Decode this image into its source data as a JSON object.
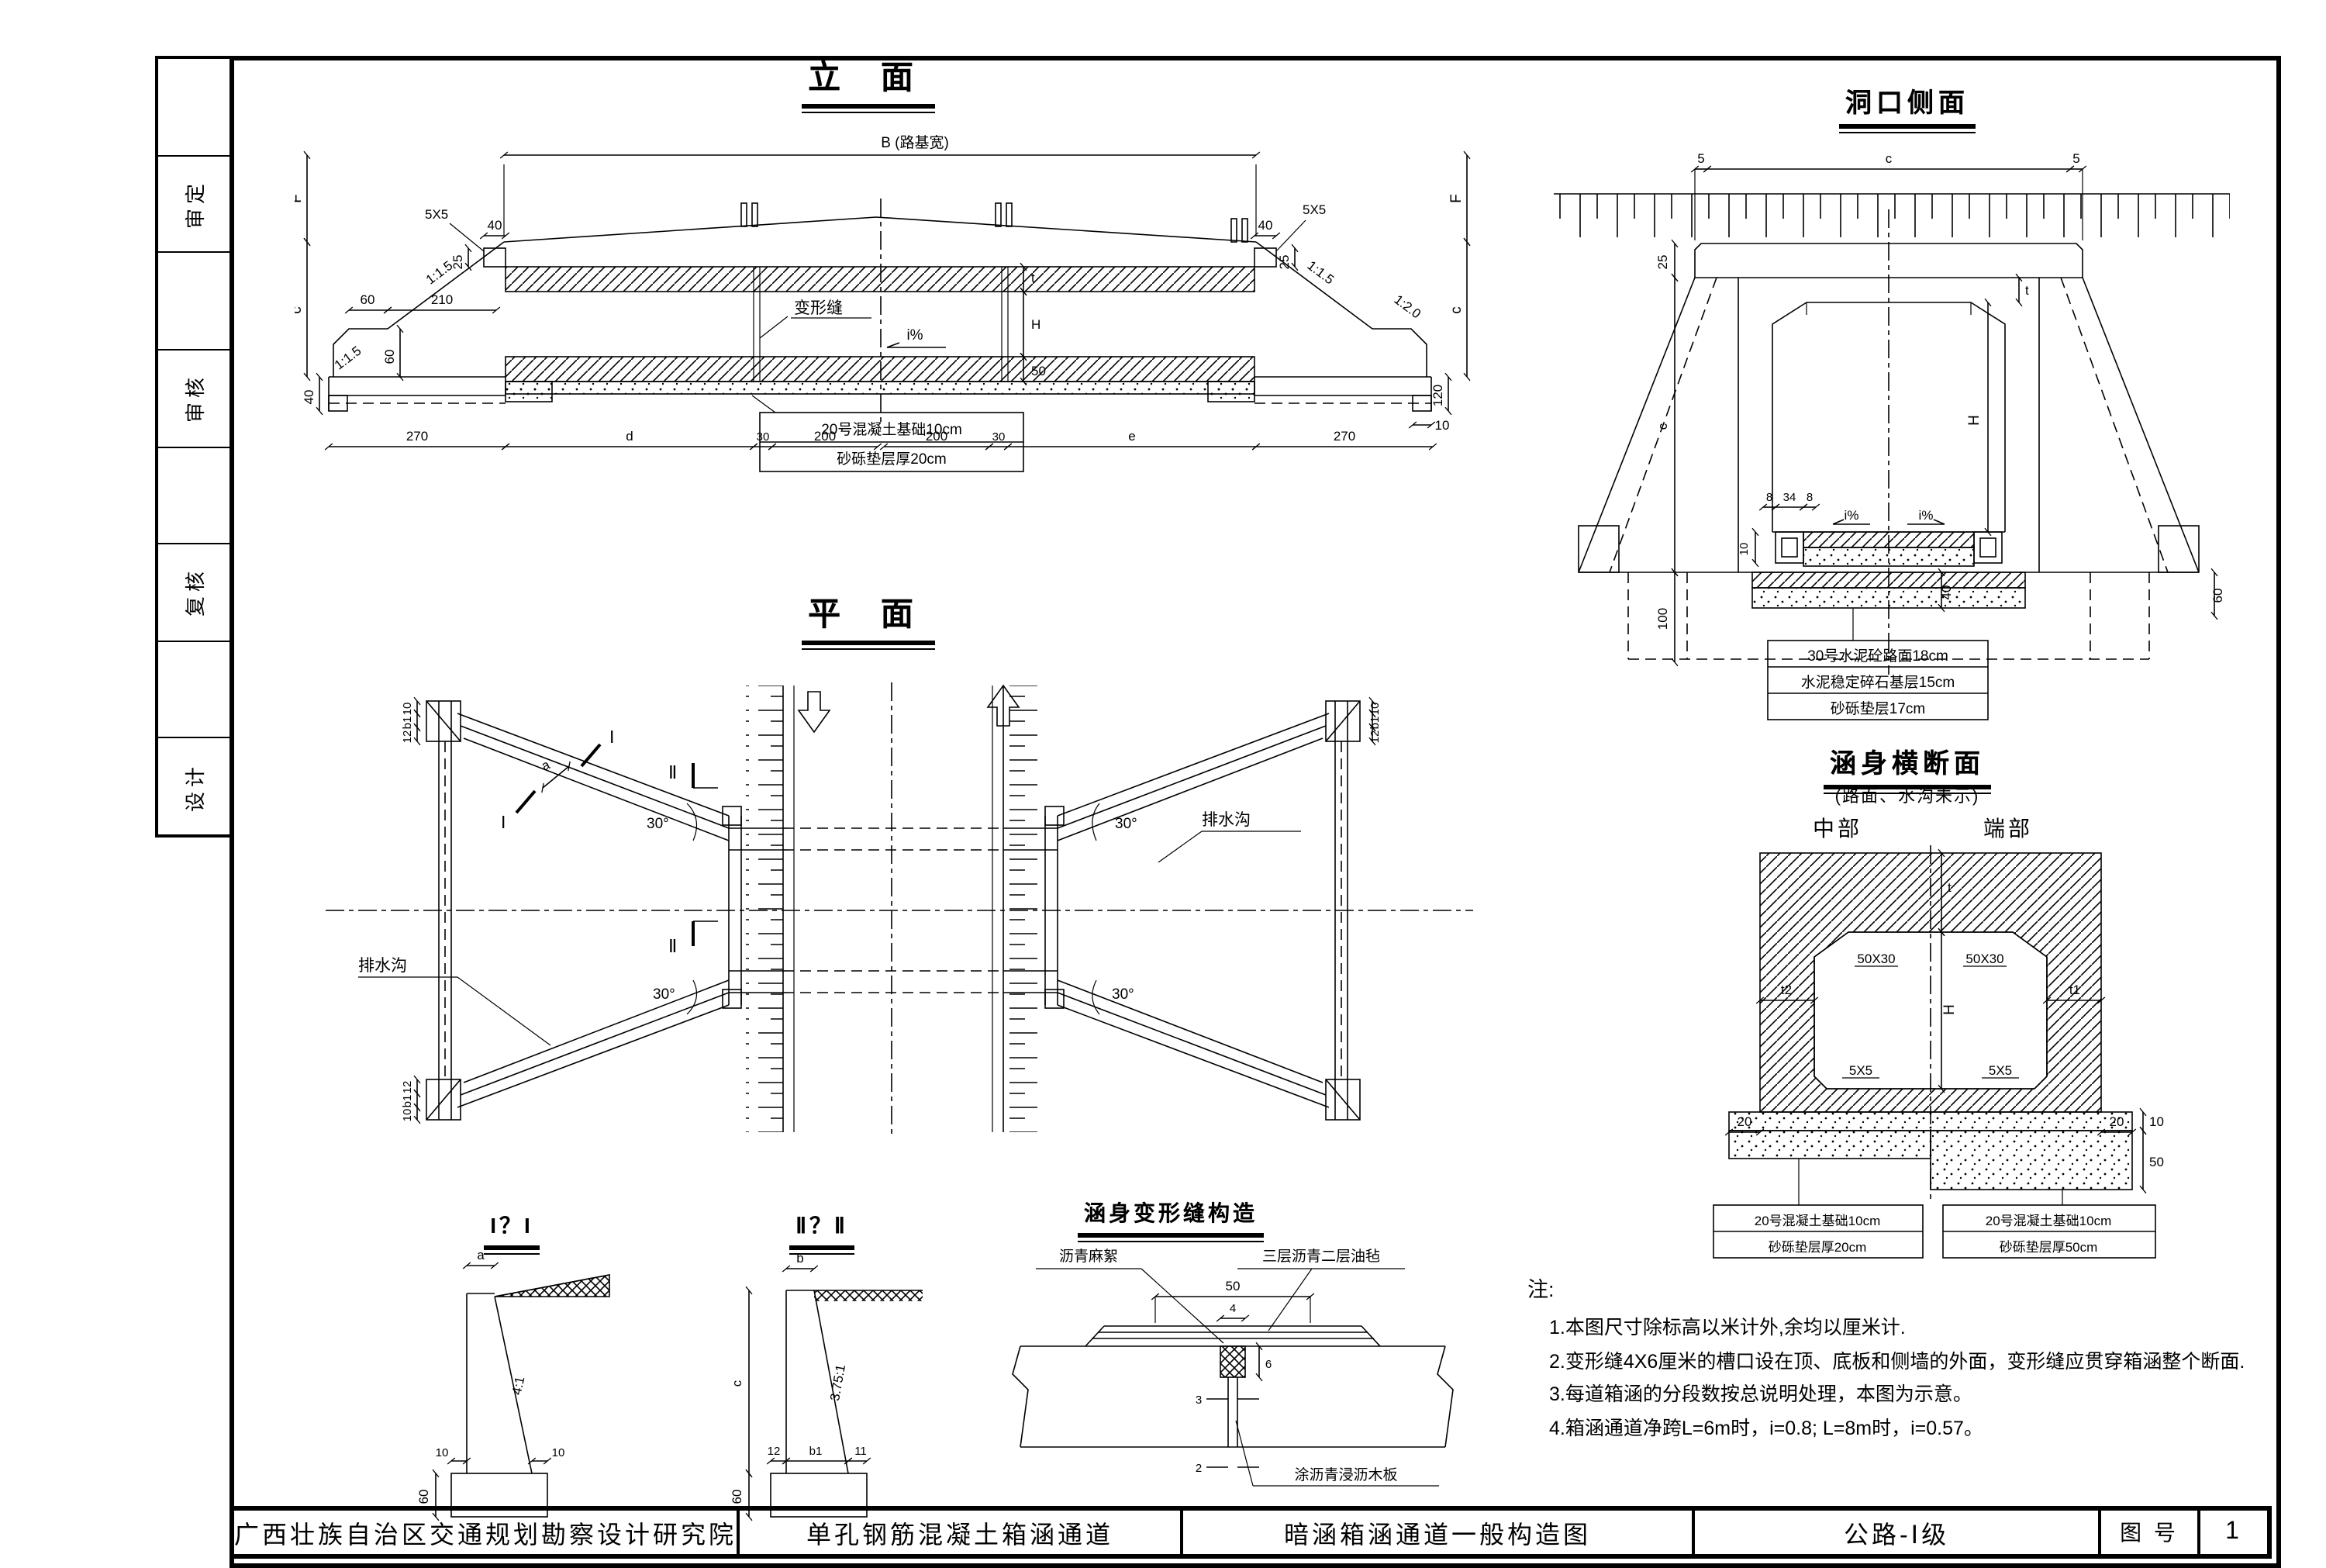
{
  "sheet": {
    "sidebar": {
      "items": [
        "审定",
        "审核",
        "复核",
        "设计"
      ]
    },
    "titleblock": {
      "org": "广西壮族自治区交通规划勘察设计研究院",
      "project": "单孔钢筋混凝土箱涵通道",
      "drawing": "暗涵箱涵通道一般构造图",
      "grade": "公路-Ⅰ级",
      "fig_label": "图 号",
      "fig_no": "1"
    }
  },
  "elevation": {
    "title": "立  面",
    "dim_b_top": "B (路基宽)",
    "joint": "变形缝",
    "grade": "i%",
    "slope_115": "1:1.5",
    "slope_120": "1:2.0",
    "chamfer": "5X5",
    "d40": "40",
    "d25": "25",
    "d60": "60",
    "d210": "210",
    "d270": "270",
    "dd": "d",
    "d30": "30",
    "d200": "200",
    "de": "e",
    "d10": "10",
    "d120": "120",
    "d50": "50",
    "dF": "F",
    "dc": "c",
    "dt": "t",
    "dH": "H",
    "base_note": [
      "20号混凝土基础10cm",
      "砂砾垫层厚20cm"
    ]
  },
  "plan": {
    "title": "平  面",
    "drain": "排水沟",
    "angle": "30°",
    "mark_I": "I",
    "mark_II": "Ⅱ",
    "dim_a": "a",
    "d10": "10",
    "db1": "b1",
    "d12": "12"
  },
  "portal": {
    "title": "洞口侧面",
    "d5": "5",
    "dc": "c",
    "d25": "25",
    "d100": "100",
    "d8": "8",
    "d34": "34",
    "d10": "10",
    "d40": "40",
    "d60": "60",
    "dH": "H",
    "dt": "t",
    "grade": "i%",
    "layers": [
      "30号水泥砼路面18cm",
      "水泥稳定碎石基层15cm",
      "砂砾垫层17cm"
    ]
  },
  "xsec": {
    "title": "涵身横断面",
    "subtitle": "(路面、水沟未示)",
    "mid": "中部",
    "end": "端部",
    "ch_top": "50X30",
    "ch_bot": "5X5",
    "dt": "t",
    "dt1": "t1",
    "dt2": "t2",
    "dH": "H",
    "d20": "20",
    "d10": "10",
    "d50": "50",
    "box_mid": [
      "20号混凝土基础10cm",
      "砂砾垫层厚20cm"
    ],
    "box_end": [
      "20号混凝土基础10cm",
      "砂砾垫层厚50cm"
    ]
  },
  "sec1": {
    "title": "I？I",
    "da": "a",
    "slope": "4:1",
    "d10": "10",
    "d60": "60"
  },
  "sec2": {
    "title": "Ⅱ？Ⅱ",
    "db": "b",
    "slope": "3.75:1",
    "dc": "c",
    "d12": "12",
    "db1": "b1",
    "d11": "11",
    "d60": "60"
  },
  "joint": {
    "title": "涵身变形缝构造",
    "oakum": "沥青麻絮",
    "felt": "三层沥青二层油毡",
    "board": "涂沥青浸沥木板",
    "d50": "50",
    "d4": "4",
    "d6": "6",
    "d3": "3",
    "d2": "2"
  },
  "notes": {
    "head": "注:",
    "items": [
      "1.本图尺寸除标高以米计外,余均以厘米计.",
      "2.变形缝4X6厘米的槽口设在顶、底板和侧墙的外面，变形缝应贯穿箱涵整个断面.",
      "3.每道箱涵的分段数按总说明处理，本图为示意。",
      "4.箱涵通道净跨L=6m时，i=0.8;  L=8m时，i=0.57。"
    ]
  }
}
